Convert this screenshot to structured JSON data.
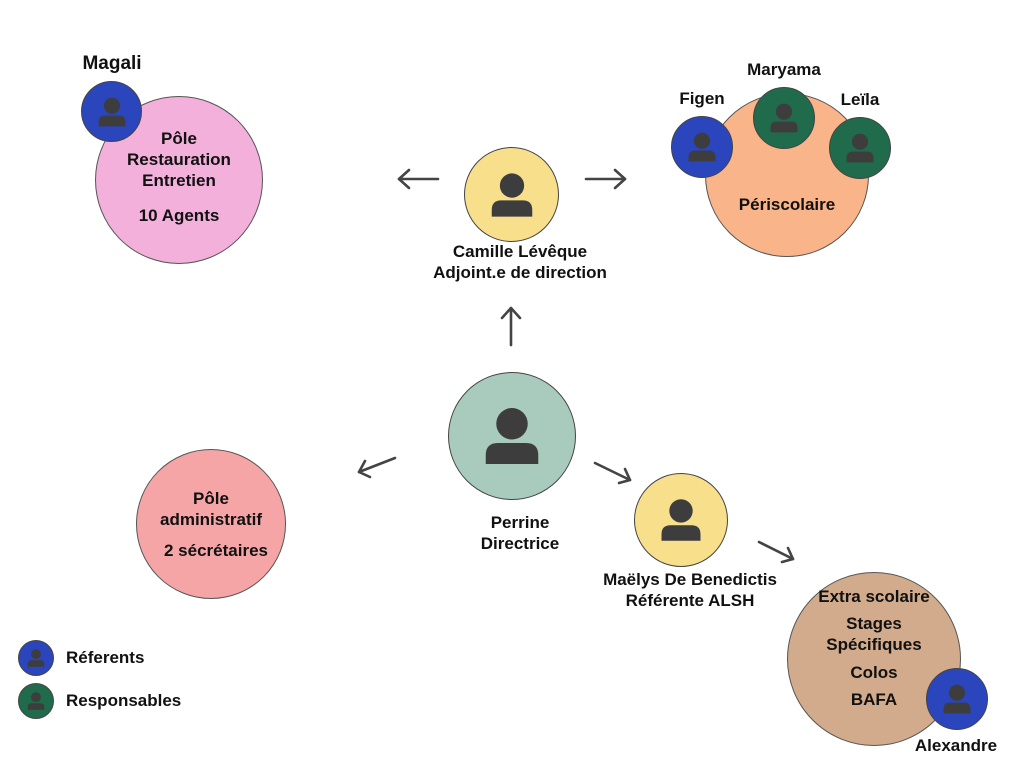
{
  "colors": {
    "referent": "#2b45bd",
    "responsable": "#1f6b4c",
    "director": "#a9cbbd",
    "deputy": "#f7df8c",
    "restauration": "#f2b0db",
    "periscolaire": "#f9b48a",
    "administratif": "#f6a5a7",
    "extrascolaire": "#d1ab8b",
    "icon": "#3d3d3d",
    "arrow": "#444444"
  },
  "nodes": {
    "director": {
      "name": "Perrine",
      "role": "Directrice"
    },
    "deputy": {
      "name": "Camille Lévêque",
      "role": "Adjoint.e de direction"
    },
    "alsh": {
      "name": "Maëlys De Benedictis",
      "role": "Référente ALSH"
    },
    "restauration": {
      "line1": "Pôle",
      "line2": "Restauration",
      "line3": "Entretien",
      "line4": "10 Agents",
      "referent": "Magali"
    },
    "periscolaire": {
      "title": "Périscolaire",
      "referent": "Figen",
      "responsables": [
        "Maryama",
        "Leïla"
      ]
    },
    "administratif": {
      "line1": "Pôle",
      "line2": "administratif",
      "line3": "2 sécrétaires"
    },
    "extrascolaire": {
      "line1": "Extra scolaire",
      "line2": "Stages",
      "line3": "Spécifiques",
      "line4": "Colos",
      "line5": "BAFA",
      "referent": "Alexandre"
    }
  },
  "legend": [
    {
      "type": "referent",
      "label": "Réferents"
    },
    {
      "type": "responsable",
      "label": "Responsables"
    }
  ]
}
